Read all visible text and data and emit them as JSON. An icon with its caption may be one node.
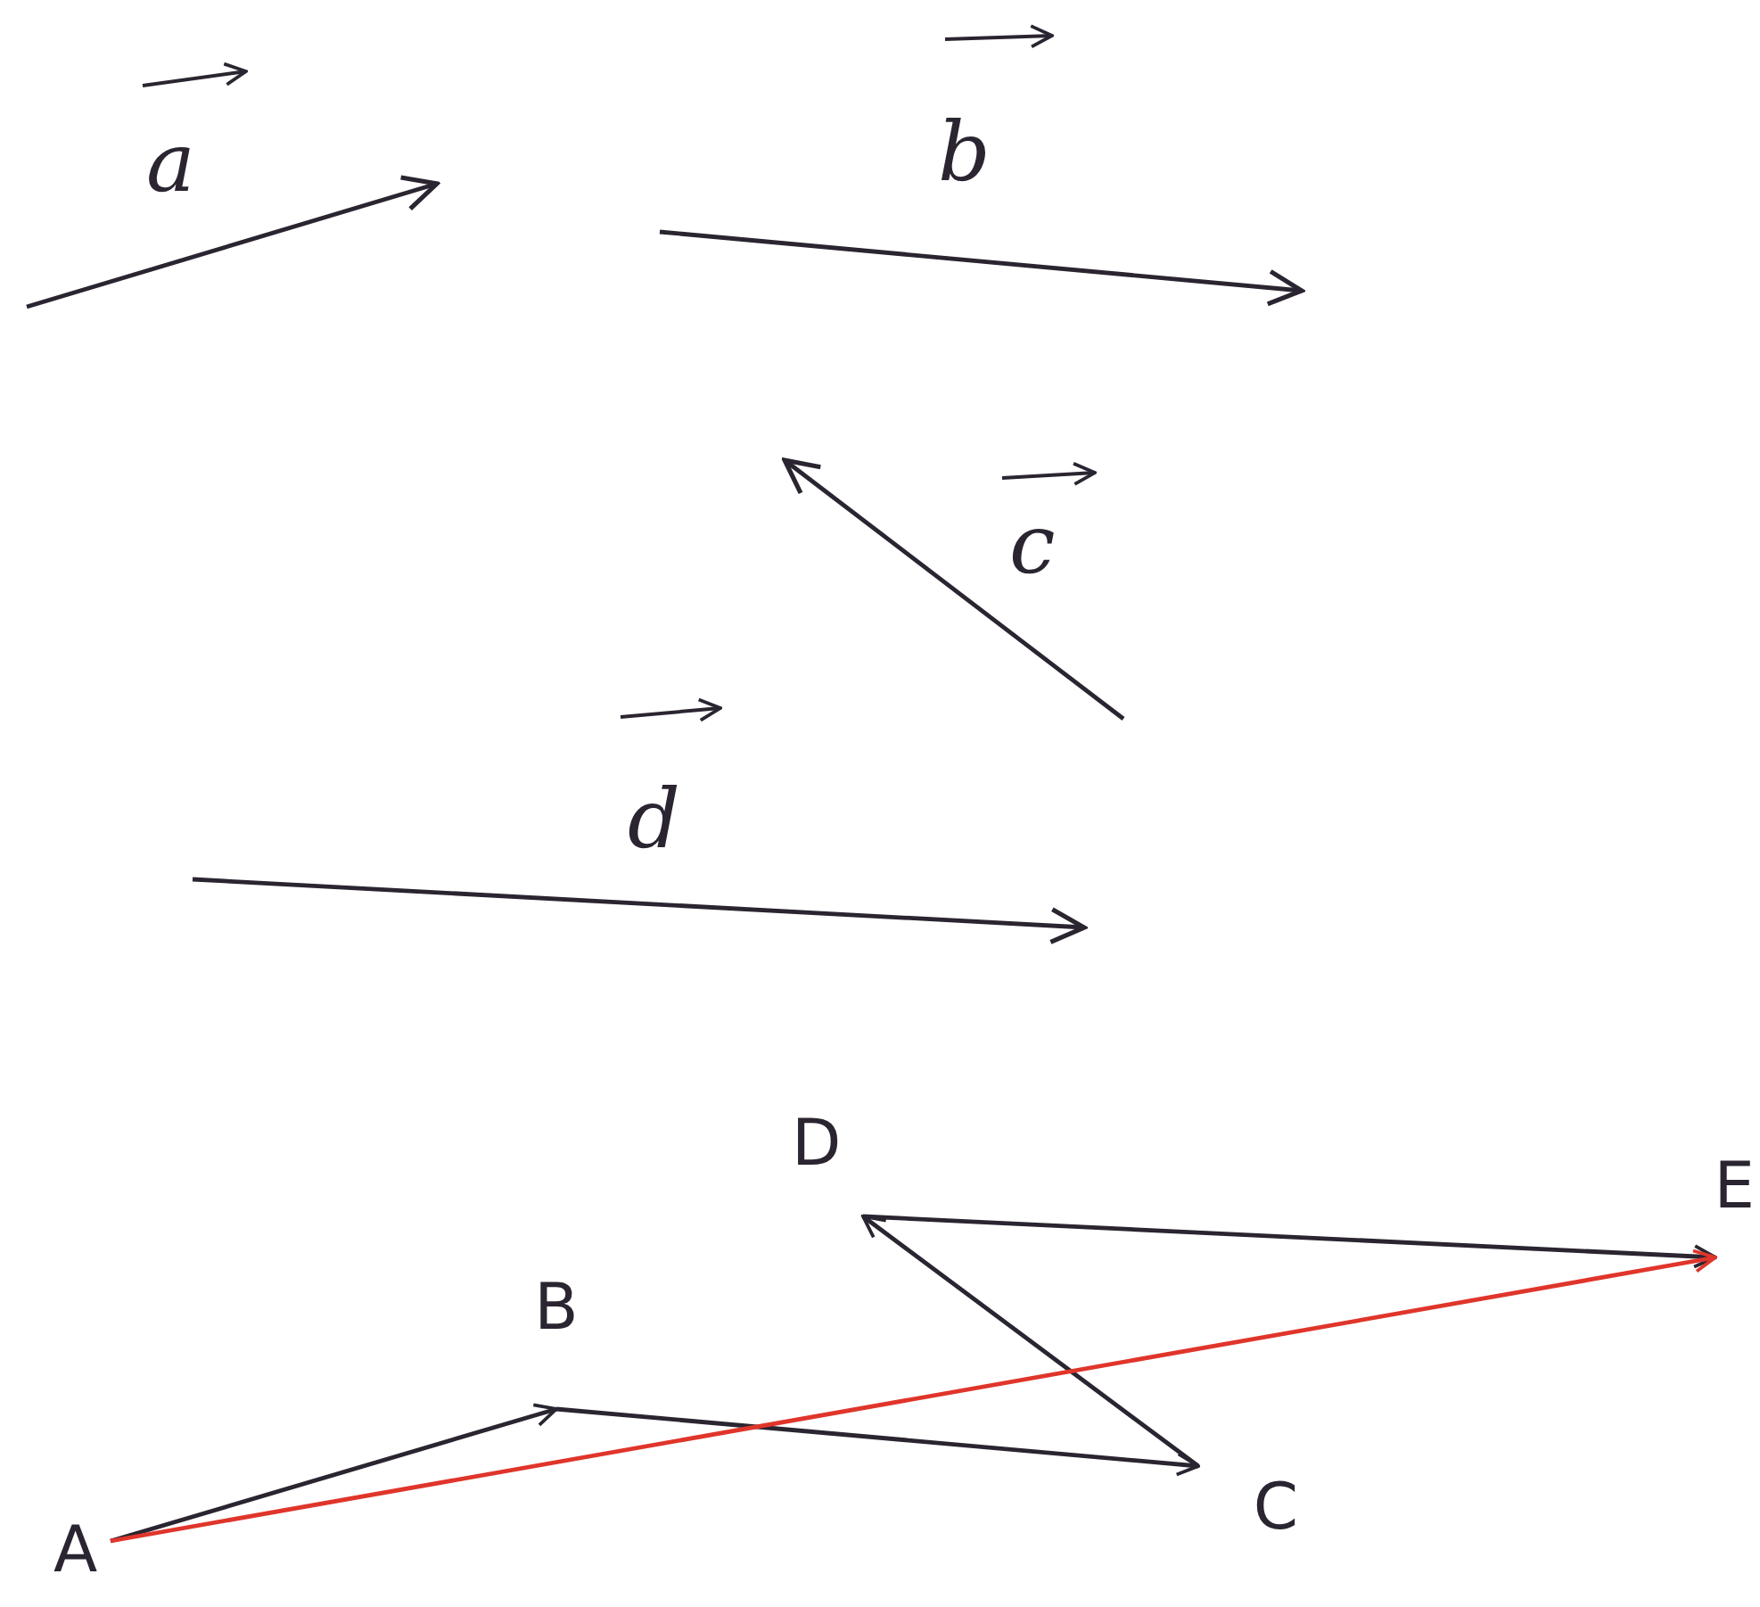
{
  "diagram": {
    "nodes": [
      {
        "text": [
          "A"
        ]
      },
      {
        "text": [
          "B"
        ]
      },
      {
        "text": [
          "C"
        ]
      },
      {
        "text": [
          "D"
        ]
      },
      {
        "text": [
          "E"
        ]
      }
    ],
    "edges": [
      {
        "from": 0,
        "to": 1,
        "arrow": "to"
      },
      {
        "from": 1,
        "to": 2,
        "arrow": "to"
      },
      {
        "from": 2,
        "to": 3,
        "arrow": "to"
      },
      {
        "from": 3,
        "to": 4,
        "arrow": "to"
      },
      {
        "from": 0,
        "to": 4,
        "arrow": "to",
        "color": "#e0352b"
      }
    ],
    "labels": [
      "a",
      "b",
      "c",
      "d"
    ]
  }
}
